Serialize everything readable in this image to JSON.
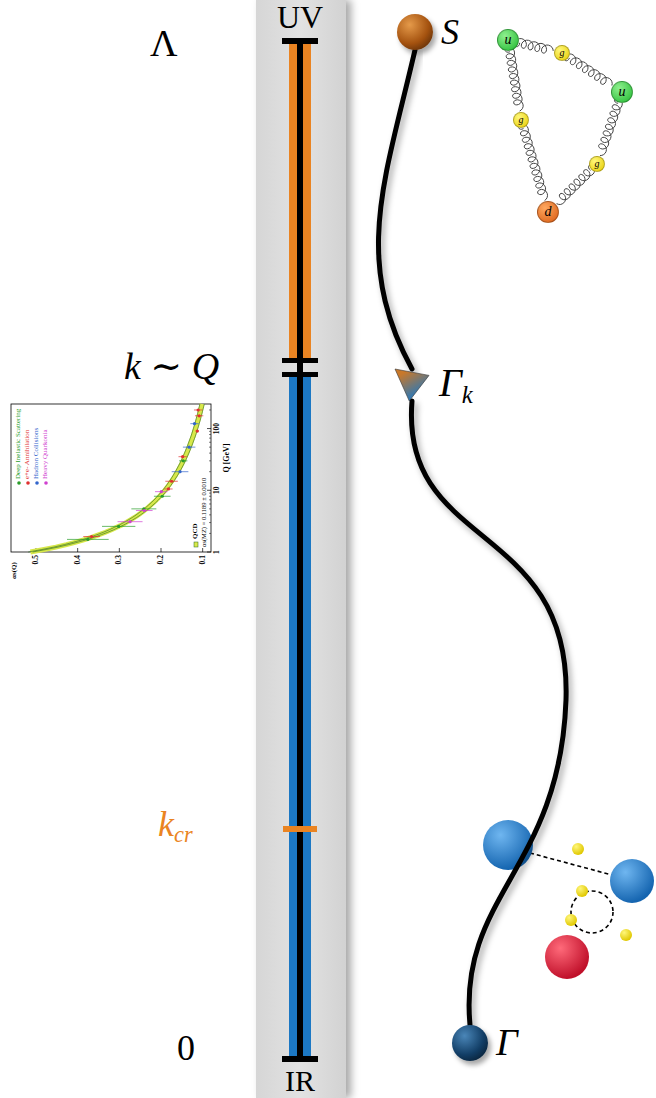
{
  "diagram": {
    "nodes": [
      {
        "text": [
          "S"
        ]
      },
      {
        "text": [
          "u"
        ]
      },
      {
        "text": [
          "g"
        ]
      },
      {
        "text": [
          "u"
        ]
      },
      {
        "text": [
          "g"
        ]
      },
      {
        "text": [
          "g"
        ]
      },
      {
        "text": [
          "d"
        ]
      },
      {
        "text": [
          "Γk"
        ]
      },
      {
        "text": [
          "Γ"
        ]
      }
    ],
    "edges": [
      {
        "from": 0,
        "to": 7,
        "arrow": "none"
      },
      {
        "from": 7,
        "to": 8,
        "arrow": "none"
      },
      {
        "from": 1,
        "to": 2,
        "arrow": "none"
      },
      {
        "from": 2,
        "to": 3,
        "arrow": "none"
      },
      {
        "from": 1,
        "to": 4,
        "arrow": "none"
      },
      {
        "from": 4,
        "to": 6,
        "arrow": "none"
      },
      {
        "from": 3,
        "to": 5,
        "arrow": "none"
      },
      {
        "from": 5,
        "to": 6,
        "arrow": "none"
      }
    ],
    "labels": [
      "UV",
      "Λ",
      "k ∼ Q",
      "Deep Inelastic Scattering",
      "e+e- Annihilation",
      "Hadron Collisions",
      "Heavy Quarkonia",
      "αs(MZ) = 0.1189 ± 0.0010",
      "QCD",
      "Q [GeV]",
      "αs(Q)",
      "0.5",
      "0.4",
      "0.3",
      "0.2",
      "0.1",
      "1",
      "10",
      "100",
      "kcr",
      "0",
      "IR"
    ]
  }
}
